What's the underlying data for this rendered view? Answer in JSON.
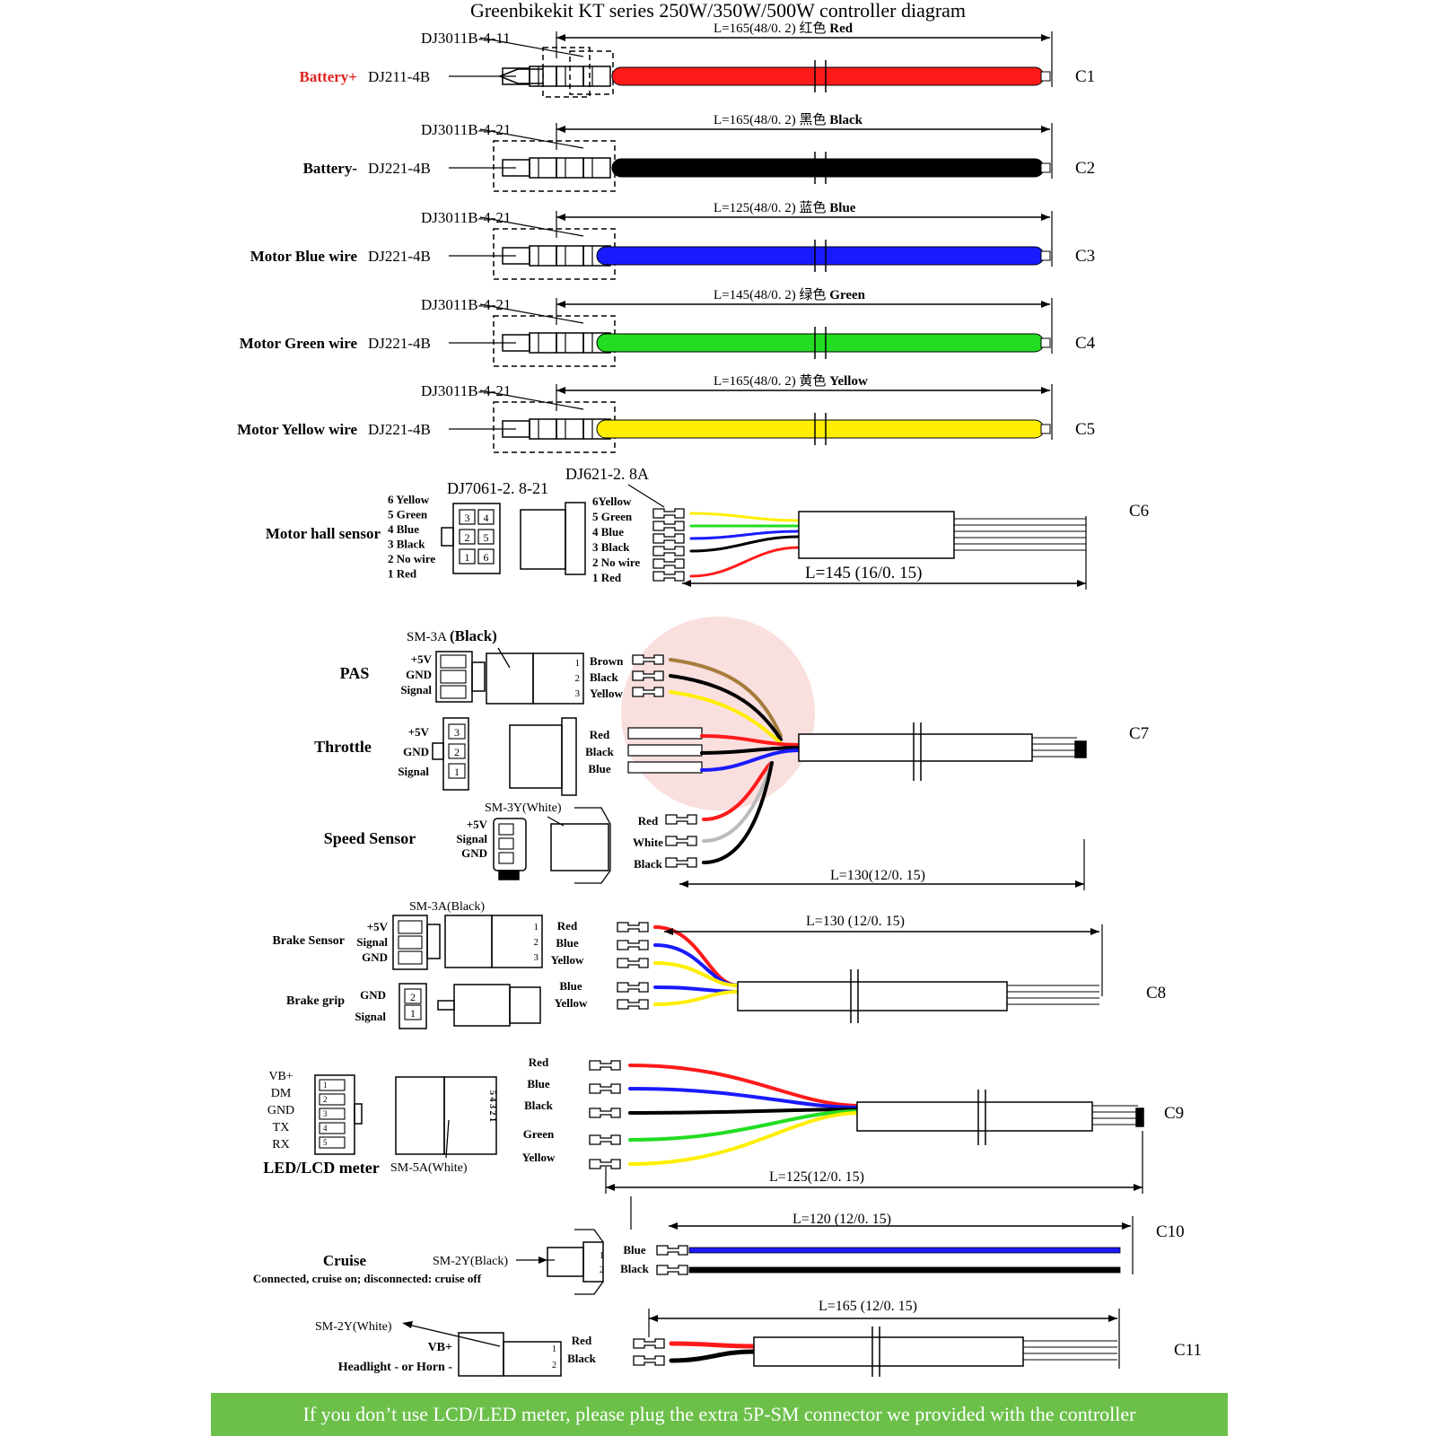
{
  "title": "Greenbikekit KT series 250W/350W/500W controller diagram",
  "colors": {
    "red": "#ff1a1a",
    "black": "#000000",
    "blue": "#1a1aff",
    "green": "#22dd22",
    "yellow": "#ffee00",
    "brown": "#a67c3d",
    "footer": "#6cc04a"
  },
  "power_cables": [
    {
      "code": "C1",
      "label": "Battery+",
      "plug": "DJ211-4B",
      "terminal": "DJ3011B-4-11",
      "length": "L=165(48/0. 2)",
      "color_cn": "红色",
      "color_en": "Red",
      "color": "#ff1a1a",
      "label_color": "#e02020"
    },
    {
      "code": "C2",
      "label": "Battery-",
      "plug": "DJ221-4B",
      "terminal": "DJ3011B-4-21",
      "length": "L=165(48/0. 2)",
      "color_cn": "黑色",
      "color_en": "Black",
      "color": "#000000",
      "label_color": "#000000"
    },
    {
      "code": "C3",
      "label": "Motor Blue wire",
      "plug": "DJ221-4B",
      "terminal": "DJ3011B-4-21",
      "length": "L=125(48/0. 2)",
      "color_cn": "蓝色",
      "color_en": "Blue",
      "color": "#1a1aff",
      "label_color": "#000000"
    },
    {
      "code": "C4",
      "label": "Motor Green wire",
      "plug": "DJ221-4B",
      "terminal": "DJ3011B-4-21",
      "length": "L=145(48/0. 2)",
      "color_cn": "绿色",
      "color_en": "Green",
      "color": "#22dd22",
      "label_color": "#000000"
    },
    {
      "code": "C5",
      "label": "Motor Yellow wire",
      "plug": "DJ221-4B",
      "terminal": "DJ3011B-4-21",
      "length": "L=165(48/0. 2)",
      "color_cn": "黄色",
      "color_en": "Yellow",
      "color": "#ffee00",
      "label_color": "#000000"
    }
  ],
  "hall": {
    "code": "C6",
    "label": "Motor hall sensor",
    "conn_a": "DJ7061-2. 8-21",
    "conn_b": "DJ621-2. 8A",
    "length": "L=145 (16/0. 15)",
    "pins_left": [
      "6 Yellow",
      "5 Green",
      "4 Blue",
      "3 Black",
      "2 No wire",
      "1 Red"
    ],
    "pins_right": [
      "6Yellow",
      "5 Green",
      "4 Blue",
      "3 Black",
      "2 No wire",
      "1 Red"
    ],
    "grid": [
      "3",
      "4",
      "2",
      "5",
      "1",
      "6"
    ]
  },
  "c7": {
    "code": "C7",
    "pas": {
      "label": "PAS",
      "conn": "SM-3A",
      "conn_color": "(Black)",
      "pins": [
        "+5V",
        "GND",
        "Signal"
      ],
      "wires": [
        "Brown",
        "Black",
        "Yellow"
      ],
      "nums": [
        "1",
        "2",
        "3"
      ]
    },
    "throttle": {
      "label": "Throttle",
      "pins": [
        "+5V",
        "GND",
        "Signal"
      ],
      "wires": [
        "Red",
        "Black",
        "Blue"
      ],
      "nums": [
        "3",
        "2",
        "1"
      ]
    },
    "speed": {
      "label": "Speed Sensor",
      "conn": "SM-3Y(White)",
      "pins": [
        "+5V",
        "Signal",
        "GND"
      ],
      "wires": [
        "Red",
        "White",
        "Black"
      ]
    },
    "length": "L=130(12/0. 15)"
  },
  "c8": {
    "code": "C8",
    "brake_sensor": {
      "label": "Brake Sensor",
      "conn": "SM-3A(Black)",
      "pins": [
        "+5V",
        "Signal",
        "GND"
      ],
      "wires": [
        "Red",
        "Blue",
        "Yellow"
      ],
      "nums": [
        "1",
        "2",
        "3"
      ]
    },
    "brake_grip": {
      "label": "Brake grip",
      "pins": [
        "GND",
        "Signal"
      ],
      "wires": [
        "Blue",
        "Yellow"
      ],
      "nums": [
        "2",
        "1"
      ]
    },
    "length": "L=130 (12/0. 15)"
  },
  "c9": {
    "code": "C9",
    "label": "LED/LCD meter",
    "conn": "SM-5A(White)",
    "pins": [
      "VB+",
      "DM",
      "GND",
      "TX",
      "RX"
    ],
    "wires": [
      "Red",
      "Blue",
      "Black",
      "Green",
      "Yellow"
    ],
    "nums": [
      "1",
      "2",
      "3",
      "4",
      "5"
    ],
    "side_nums": "5 4 3 2 1",
    "length": "L=125(12/0. 15)"
  },
  "c10": {
    "code": "C10",
    "label": "Cruise",
    "note": "Connected, cruise on; disconnected: cruise off",
    "conn": "SM-2Y(Black)",
    "wires": [
      "Blue",
      "Black"
    ],
    "length": "L=120 (12/0. 15)",
    "nums": [
      "1",
      "2"
    ]
  },
  "c11": {
    "code": "C11",
    "conn": "SM-2Y(White)",
    "pins": [
      "VB+",
      "Headlight - or Horn -"
    ],
    "wires": [
      "Red",
      "Black"
    ],
    "length": "L=165 (12/0. 15)",
    "nums": [
      "1",
      "2"
    ]
  },
  "footer": "If you don’t use LCD/LED meter, please plug the  extra 5P-SM connector we provided with the controller"
}
